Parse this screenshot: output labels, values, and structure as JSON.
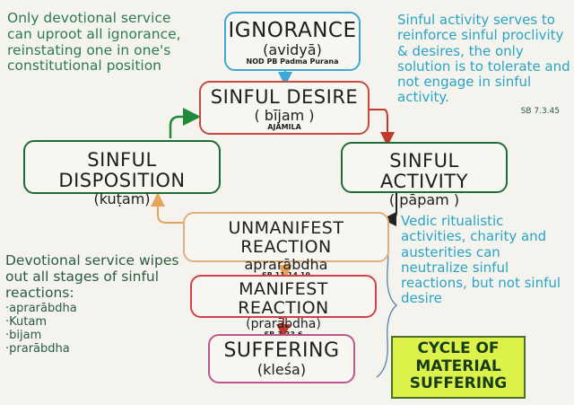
{
  "notes": {
    "top_left": "Only devotional service can uproot all ignorance, reinstating one in one's constitutional position",
    "top_right": "Sinful activity serves to reinforce sinful proclivity & desires, the only solution is to tolerate and not engage in sinful activity.",
    "top_right_ref": "SB 7.3.45",
    "mid_right": "Vedic ritualistic activities, charity and austerities can neutralize sinful reactions, but not sinful desire",
    "bottom_left_title": "Devotional service wipes out all stages of sinful reactions:",
    "bottom_left_items": [
      "aprarābdha",
      "Kutam",
      "bijam",
      "prarābdha"
    ]
  },
  "nodes": {
    "ignorance": {
      "title": "IGNORANCE",
      "sub": "(avidyā)",
      "ref": "NOD PB Padma Purana",
      "border": "#3fa7d6"
    },
    "desire": {
      "title": "SINFUL DESIRE",
      "sub": "( bījam )",
      "ref": "AJĀMILA",
      "border": "#c64a3e"
    },
    "activity": {
      "title": "SINFUL ACTIVITY",
      "sub": "( pāpam )",
      "border": "#1f6b38"
    },
    "disposition": {
      "title": "SINFUL DISPOSITION",
      "sub": "(kuṭam)",
      "border": "#1f6b38"
    },
    "unmanifest": {
      "title": "UNMANIFEST REACTION",
      "sub": "aprarābdha",
      "ref": "SB 11.14.19",
      "border": "#e0b07a"
    },
    "manifest": {
      "title": "MANIFEST REACTION",
      "sub": "(prarābdha)",
      "ref": "SB 3.33.6",
      "border": "#d0424a"
    },
    "suffering": {
      "title": "SUFFERING",
      "sub": "(kleśa)",
      "border": "#b9588e"
    }
  },
  "stamp": {
    "line1": "CYCLE OF",
    "line2": "MATERIAL",
    "line3": "SUFFERING"
  },
  "colors": {
    "arrow_blue": "#3fa7d6",
    "arrow_red": "#c0392b",
    "arrow_black": "#222222",
    "arrow_orange": "#e6a35c",
    "arrow_green": "#1f8a3c",
    "stamp_bg": "#dcf24a"
  }
}
